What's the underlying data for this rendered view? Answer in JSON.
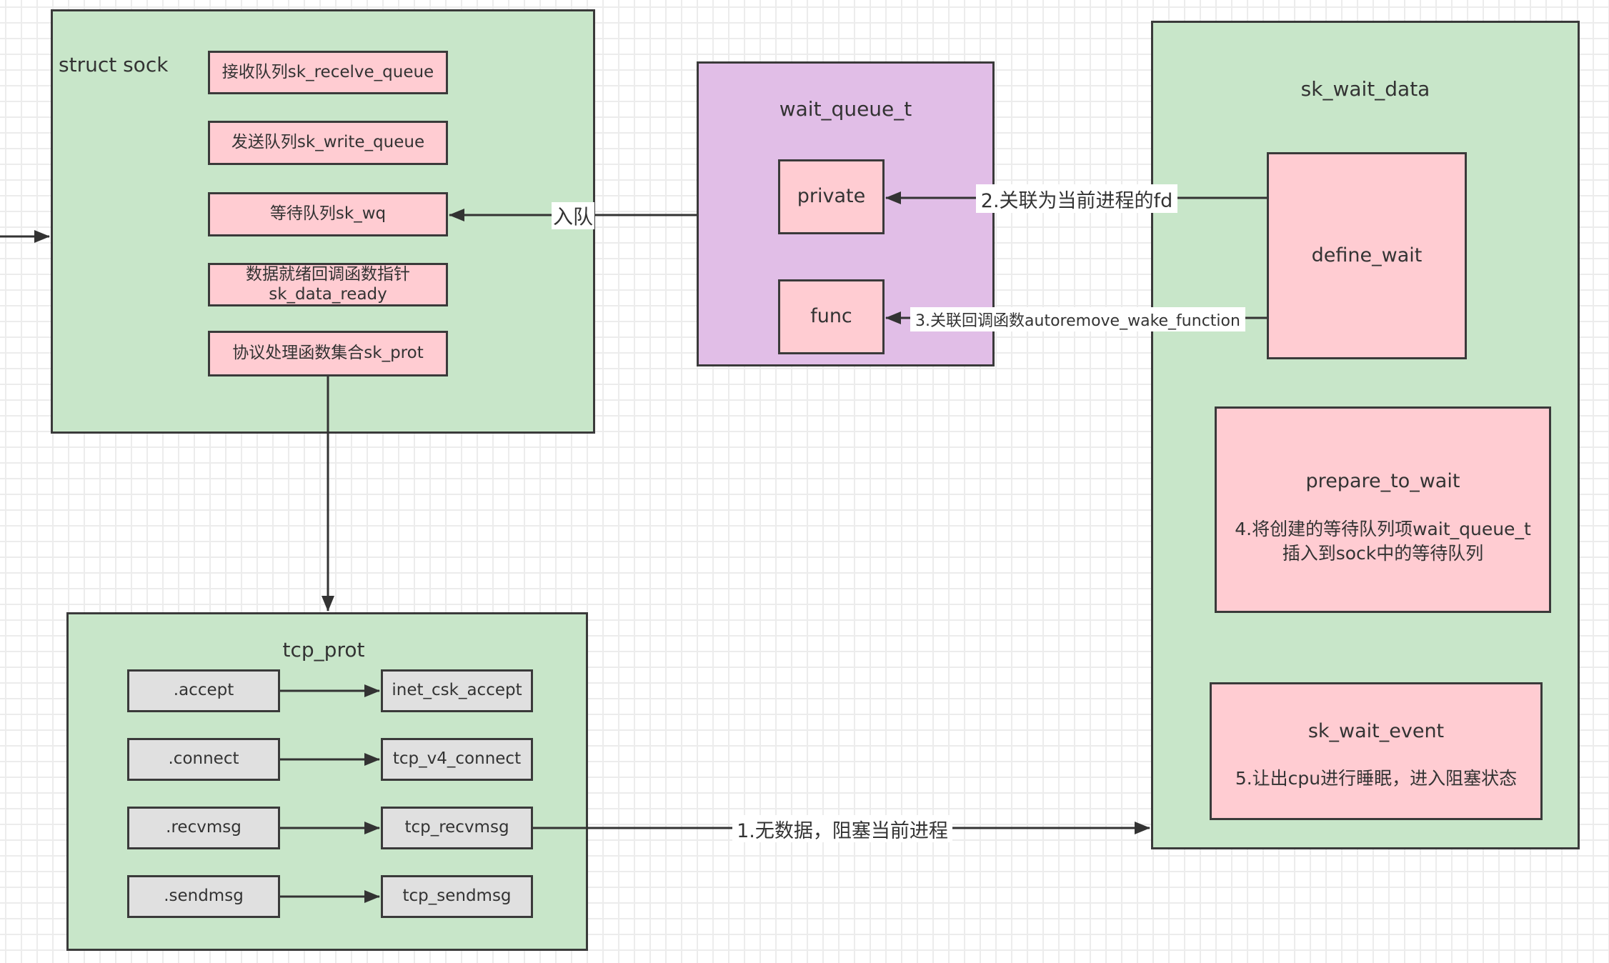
{
  "struct_sock": {
    "title": "struct sock",
    "fields": [
      {
        "label": "接收队列sk_recelve_queue"
      },
      {
        "label": "发送队列sk_write_queue"
      },
      {
        "label": "等待队列sk_wq"
      },
      {
        "label_line1": "数据就绪回调函数指针",
        "label_line2": "sk_data_ready"
      },
      {
        "label": "协议处理函数集合sk_prot"
      }
    ]
  },
  "wait_queue_t": {
    "title": "wait_queue_t",
    "private": "private",
    "func": "func"
  },
  "sk_wait_data": {
    "title": "sk_wait_data",
    "define_wait": "define_wait",
    "prepare_to_wait": {
      "title": "prepare_to_wait",
      "desc_line1": "4.将创建的等待队列项wait_queue_t",
      "desc_line2": "插入到sock中的等待队列"
    },
    "sk_wait_event": {
      "title": "sk_wait_event",
      "desc": "5.让出cpu进行睡眠，进入阻塞状态"
    }
  },
  "tcp_prot": {
    "title": "tcp_prot",
    "ops": [
      {
        "op": ".accept",
        "impl": "inet_csk_accept"
      },
      {
        "op": ".connect",
        "impl": "tcp_v4_connect"
      },
      {
        "op": ".recvmsg",
        "impl": "tcp_recvmsg"
      },
      {
        "op": ".sendmsg",
        "impl": "tcp_sendmsg"
      }
    ]
  },
  "edges": {
    "enqueue": "入队",
    "step1": "1.无数据，阻塞当前进程",
    "step2": "2.关联为当前进程的fd",
    "step3": "3.关联回调函数autoremove_wake_function"
  },
  "colors": {
    "container_green": "#c8e6c9",
    "container_purple": "#e1bee7",
    "node_pink": "#ffccd2",
    "node_gray": "#e0e0e0",
    "stroke": "#3a3a3a"
  }
}
